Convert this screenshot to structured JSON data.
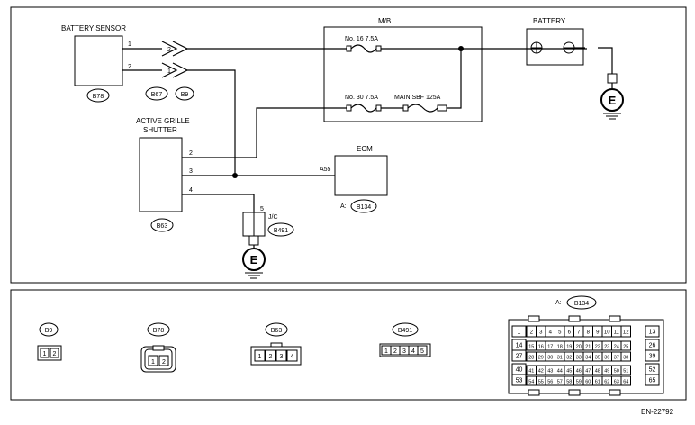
{
  "labels": {
    "battery_sensor": "BATTERY SENSOR",
    "mb": "M/B",
    "battery": "BATTERY",
    "active_grille_line1": "ACTIVE GRILLE",
    "active_grille_line2": "SHUTTER",
    "ecm": "ECM",
    "jc": "J/C",
    "fuse16": "No. 16  7.5A",
    "fuse30": "No. 30  7.5A",
    "main_sbf": "MAIN SBF  125A",
    "ecm_pin": "A55",
    "ecm_conn_prefix": "A:",
    "bottom_conn_prefix": "A:",
    "doc_id": "EN-22792",
    "plus": "+",
    "minus": "−",
    "ground": "E"
  },
  "connectors": {
    "b78": "B78",
    "b67": "B67",
    "b9": "B9",
    "b63": "B63",
    "b134": "B134",
    "b491": "B491"
  },
  "pins": {
    "bs1": "1",
    "bs2": "2",
    "ag2": "2",
    "ag3": "3",
    "ag4": "4",
    "b67_top": "2",
    "b67_bot": "1",
    "jc5": "5"
  },
  "bottom": {
    "b9": {
      "label": "B9",
      "pins": [
        "1",
        "2"
      ]
    },
    "b78": {
      "label": "B78",
      "pins": [
        "1",
        "2"
      ]
    },
    "b63": {
      "label": "B63",
      "pins": [
        "1",
        "2",
        "3",
        "4"
      ]
    },
    "b491": {
      "label": "B491",
      "pins": [
        "1",
        "2",
        "3",
        "4",
        "5"
      ]
    },
    "b134": {
      "label": "B134",
      "row1": [
        "1",
        "2",
        "3",
        "4",
        "5",
        "6",
        "7",
        "8",
        "9",
        "10",
        "11",
        "12",
        "13"
      ],
      "row2a": [
        "14",
        "15",
        "16",
        "17",
        "18",
        "19",
        "20",
        "21",
        "22",
        "23",
        "24",
        "25",
        "26"
      ],
      "row2b": [
        "27",
        "28",
        "29",
        "30",
        "31",
        "32",
        "33",
        "34",
        "35",
        "36",
        "37",
        "38",
        "39"
      ],
      "row3a": [
        "40",
        "41",
        "42",
        "43",
        "44",
        "45",
        "46",
        "47",
        "48",
        "49",
        "50",
        "51",
        "52"
      ],
      "row3b": [
        "53",
        "54",
        "55",
        "56",
        "57",
        "58",
        "59",
        "60",
        "61",
        "62",
        "63",
        "64",
        "65"
      ]
    }
  }
}
